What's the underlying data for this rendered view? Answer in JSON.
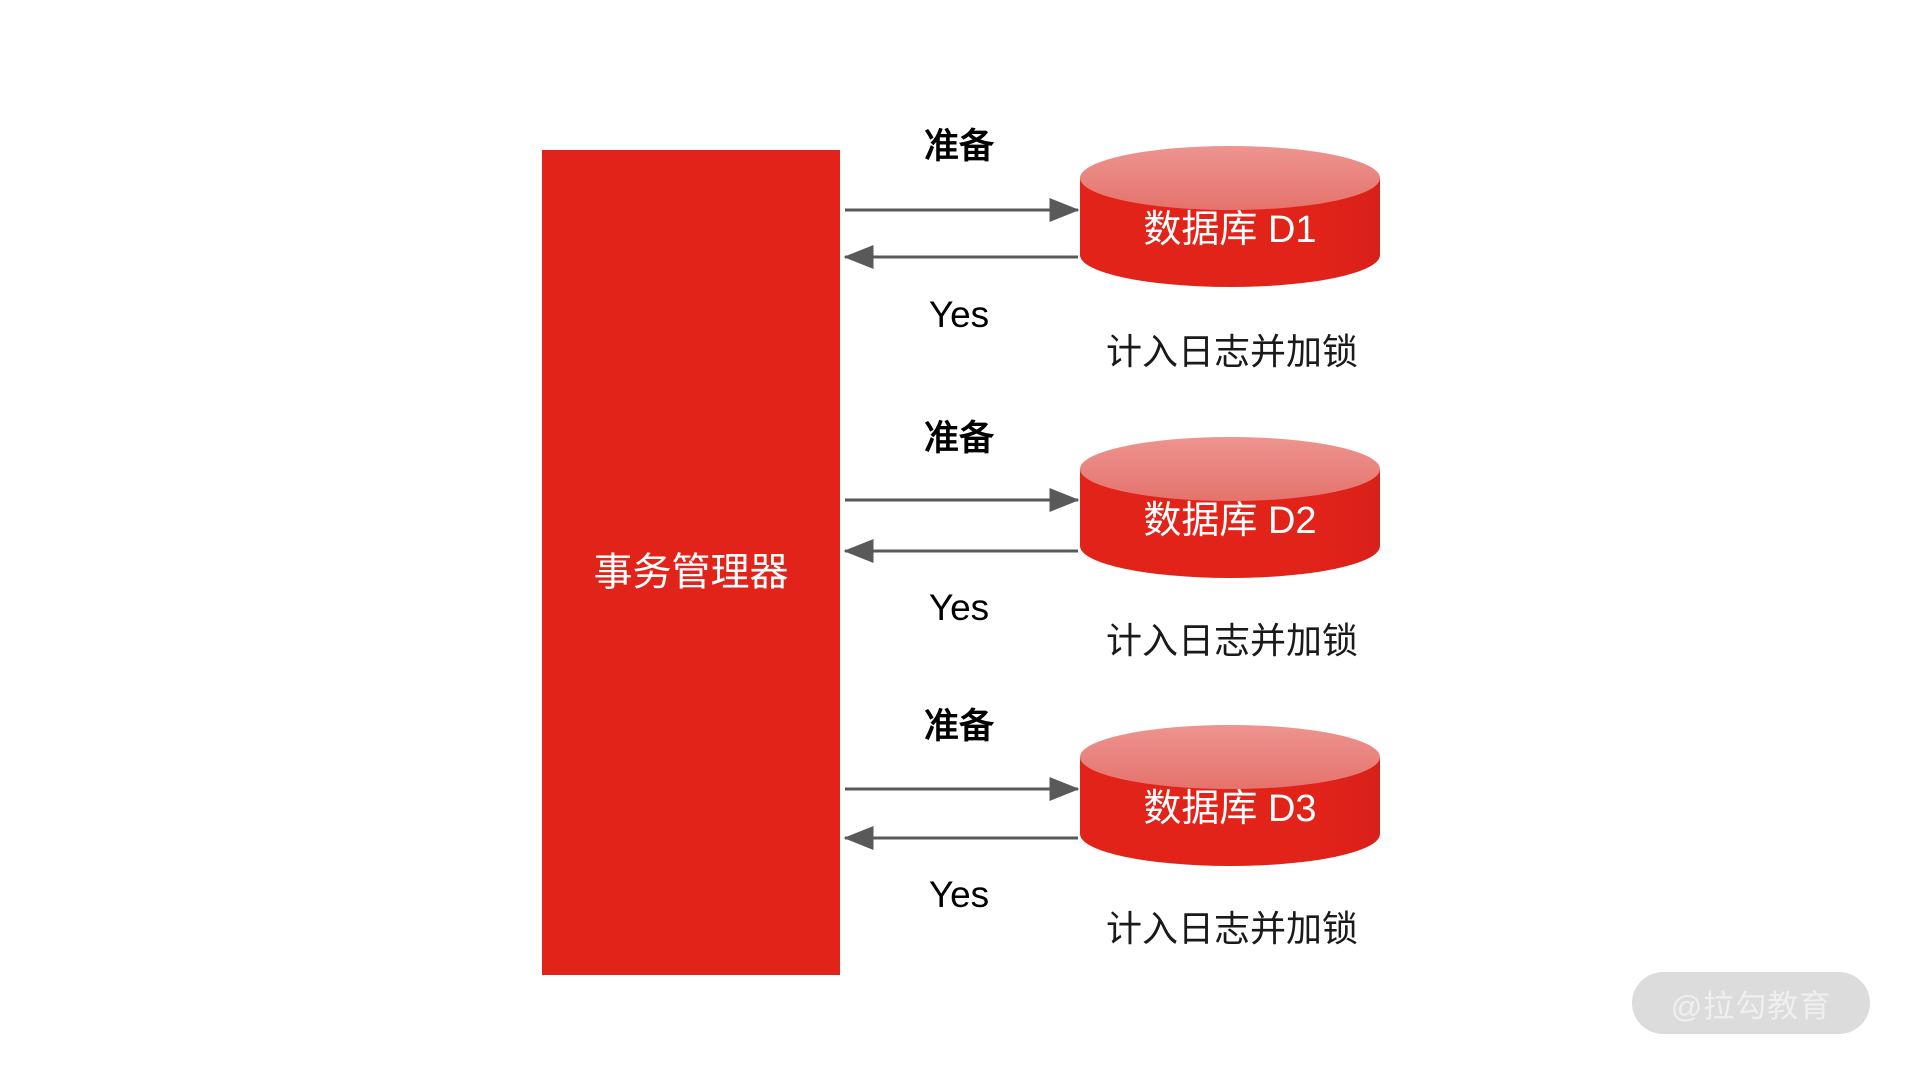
{
  "diagram": {
    "title_node": {
      "label": "事务管理器"
    },
    "rows": [
      {
        "request_label": "准备",
        "response_label": "Yes",
        "db_label": "数据库 D1",
        "caption": "计入日志并加锁"
      },
      {
        "request_label": "准备",
        "response_label": "Yes",
        "db_label": "数据库 D2",
        "caption": "计入日志并加锁"
      },
      {
        "request_label": "准备",
        "response_label": "Yes",
        "db_label": "数据库 D3",
        "caption": "计入日志并加锁"
      }
    ],
    "colors": {
      "box_red": "#E2231A",
      "cylinder_body": "#E2231A",
      "cylinder_top": "#E8807A",
      "arrow_gray": "#595959",
      "text_white": "#FFFFFF",
      "text_black": "#000000",
      "background": "#FFFFFF",
      "watermark_pill": "#DCDCDC",
      "watermark_text": "#EFEFEF"
    }
  },
  "watermark": {
    "text": "@拉勾教育"
  }
}
